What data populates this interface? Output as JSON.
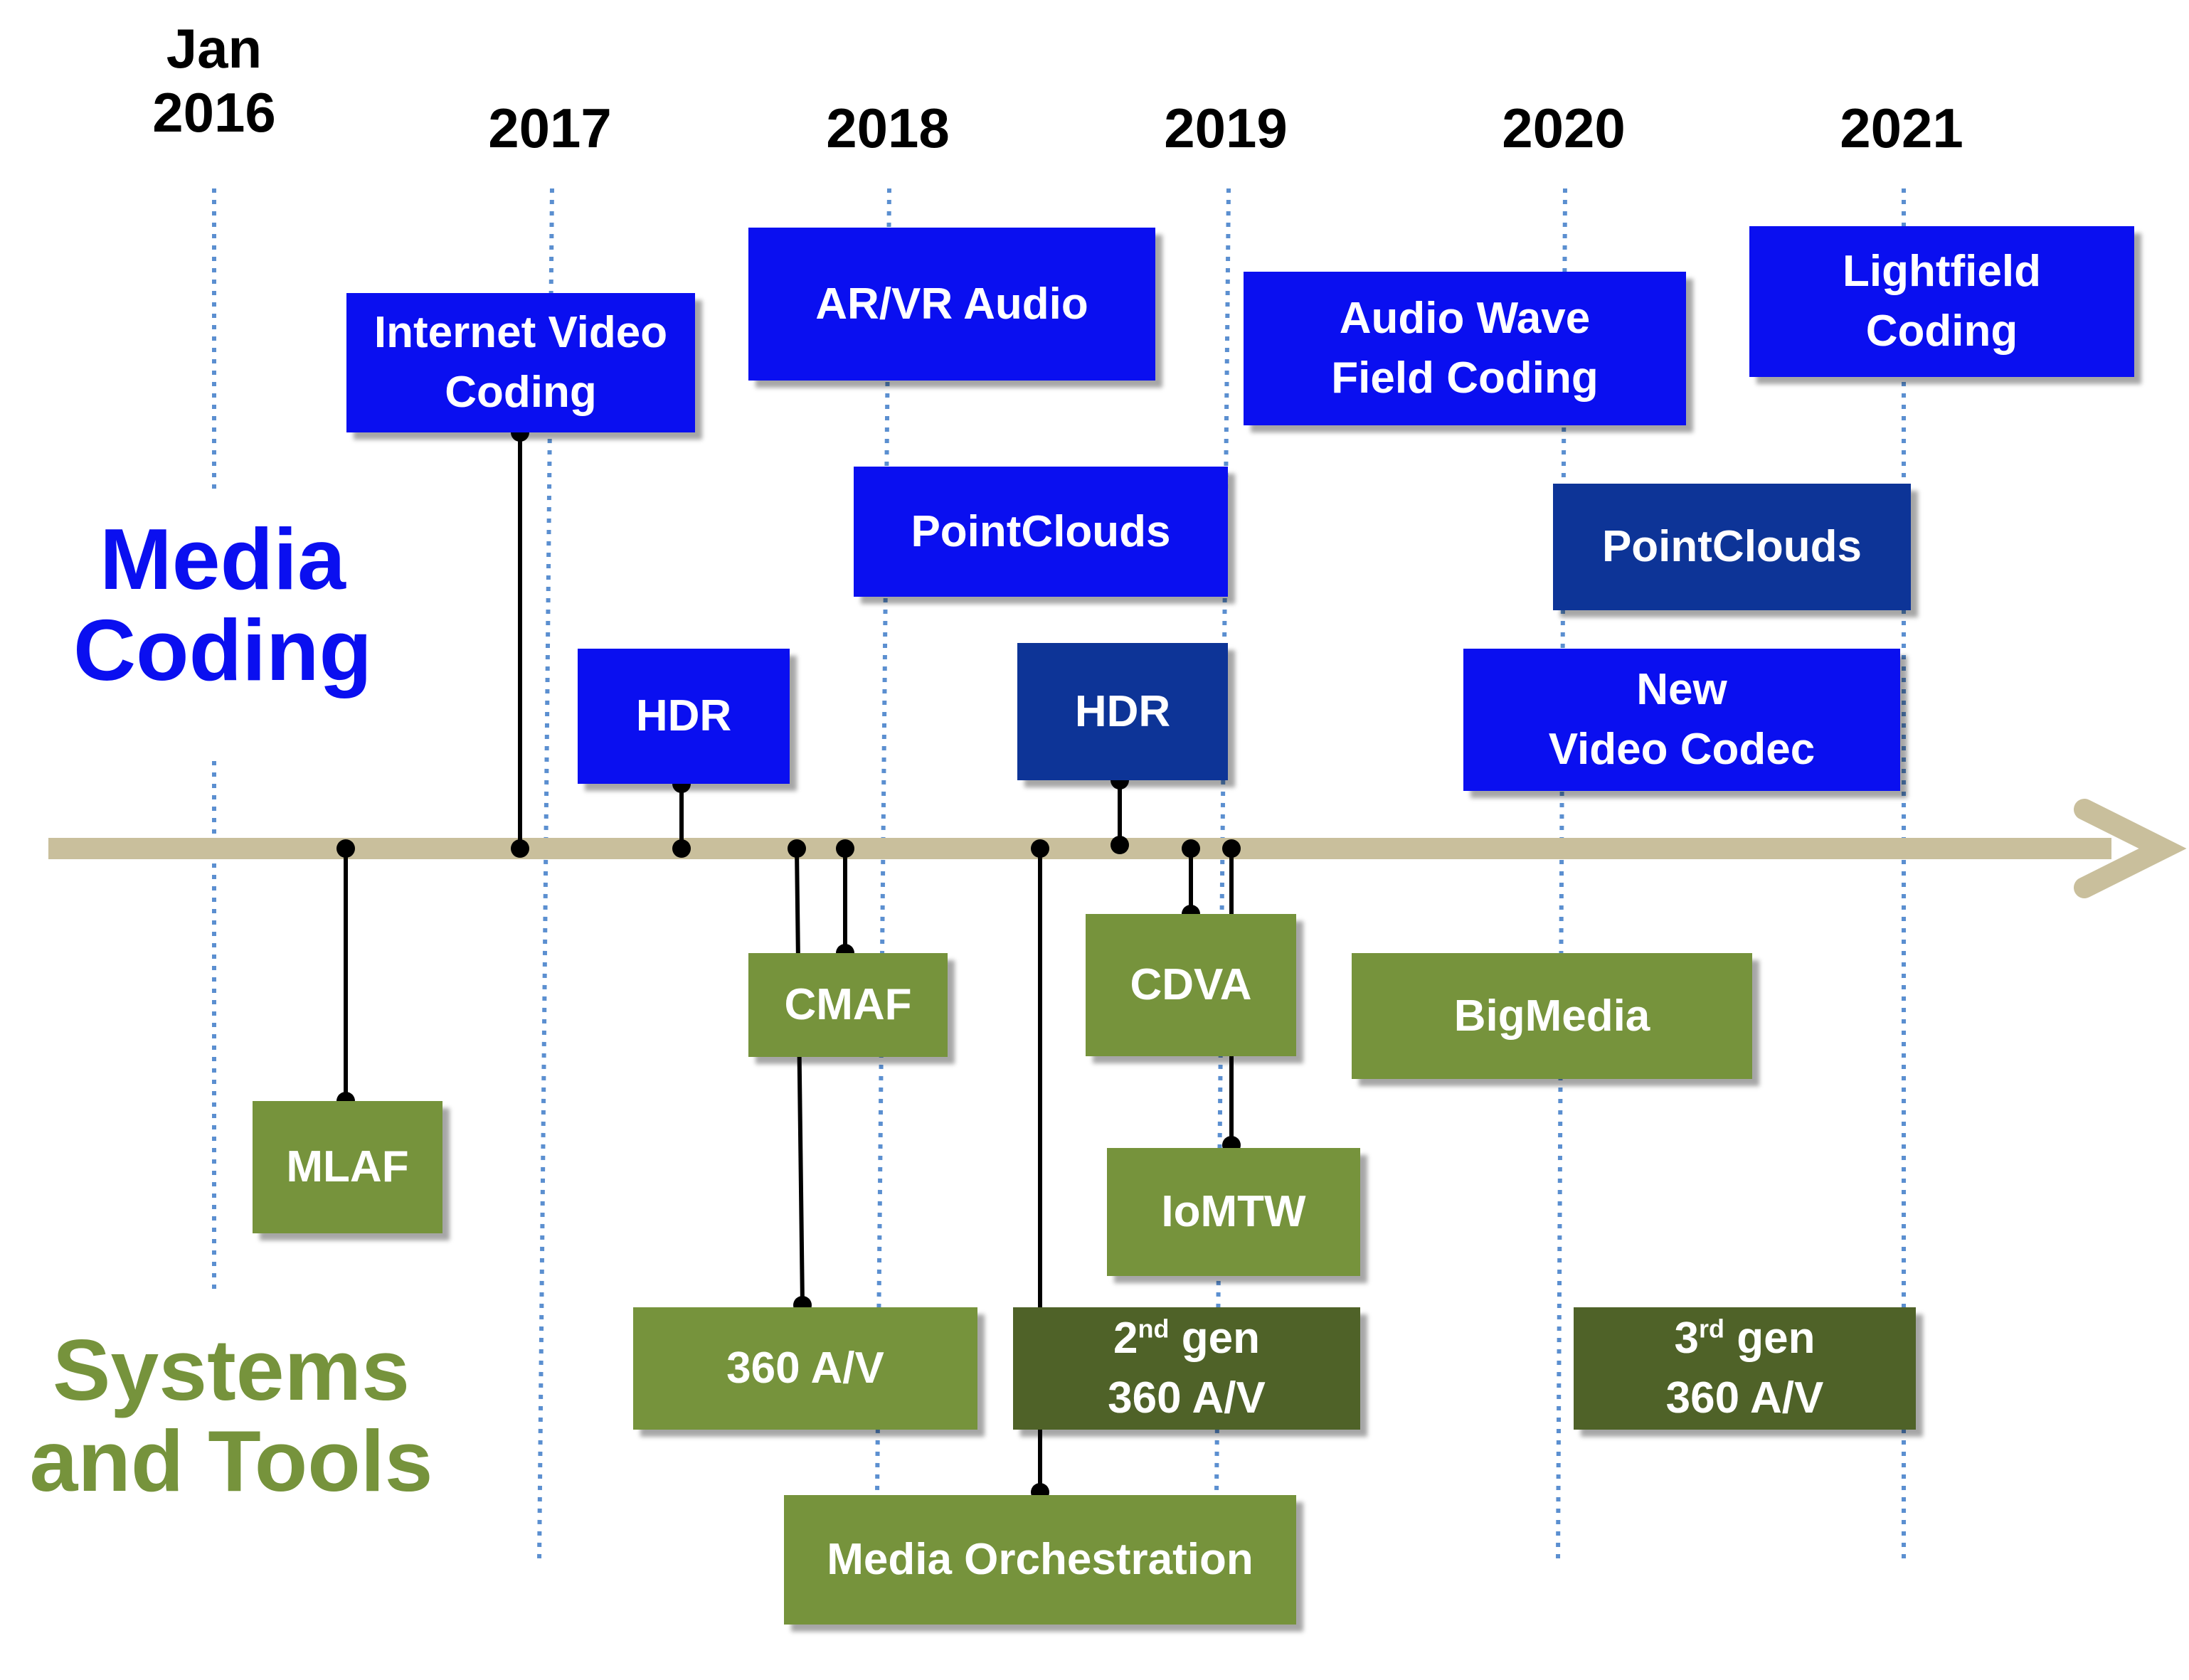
{
  "years": [
    {
      "id": "2016",
      "top": "Jan",
      "label": "2016"
    },
    {
      "id": "2017",
      "label": "2017"
    },
    {
      "id": "2018",
      "label": "2018"
    },
    {
      "id": "2019",
      "label": "2019"
    },
    {
      "id": "2020",
      "label": "2020"
    },
    {
      "id": "2021",
      "label": "2021"
    }
  ],
  "sections": {
    "media": {
      "line1": "Media",
      "line2": "Coding",
      "color": "#0a0ff0"
    },
    "systems": {
      "line1": "Systems",
      "line2": "and Tools",
      "color": "#76933c"
    }
  },
  "media_boxes": {
    "internet_video": {
      "line1": "Internet Video",
      "line2": "Coding"
    },
    "arvr_audio": {
      "line1": "AR/VR Audio"
    },
    "audio_wave": {
      "line1": "Audio Wave",
      "line2": "Field Coding"
    },
    "lightfield": {
      "line1": "Lightfield",
      "line2": "Coding"
    },
    "pointclouds_1": {
      "line1": "PointClouds"
    },
    "pointclouds_2": {
      "line1": "PointClouds"
    },
    "hdr_1": {
      "line1": "HDR"
    },
    "hdr_2": {
      "line1": "HDR"
    },
    "new_video_codec": {
      "line1": "New",
      "line2": "Video Codec"
    }
  },
  "systems_boxes": {
    "mlaf": {
      "line1": "MLAF"
    },
    "cmaf": {
      "line1": "CMAF"
    },
    "cdva": {
      "line1": "CDVA"
    },
    "bigmedia": {
      "line1": "BigMedia"
    },
    "iomtw": {
      "line1": "IoMTW"
    },
    "av360": {
      "line1": "360 A/V"
    },
    "gen2": {
      "pre": "2",
      "sup": "nd",
      "post": " gen",
      "line2": "360 A/V"
    },
    "gen3": {
      "pre": "3",
      "sup": "rd",
      "post": " gen",
      "line2": "360 A/V"
    },
    "media_orch": {
      "line1": "Media Orchestration"
    }
  },
  "colors": {
    "media_blue": "#0a0ff0",
    "media_navy": "#0d3497",
    "systems_green": "#76933c",
    "systems_dark_green": "#4f6228",
    "timeline": "#c9bf9c",
    "gridline": "#5b8fd0"
  }
}
